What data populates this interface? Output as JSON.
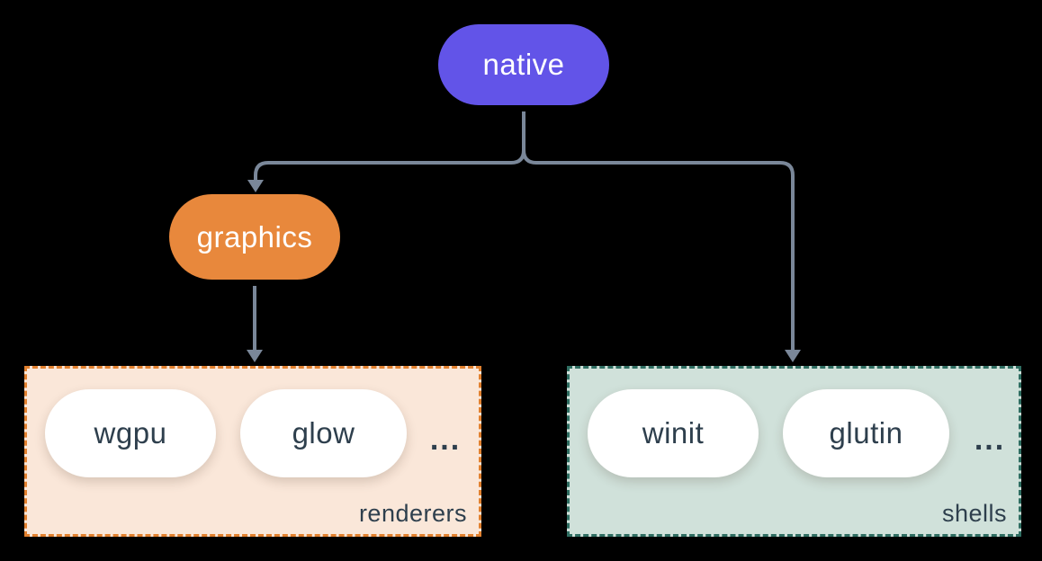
{
  "diagram": {
    "background_color": "#000000",
    "connector_color": "#7a8799",
    "text_color_dark": "#2e3f4d",
    "text_color_light": "#ffffff",
    "nodes": {
      "native": {
        "label": "native",
        "fill": "#6254e8"
      },
      "graphics": {
        "label": "graphics",
        "fill": "#e8883c"
      }
    },
    "groups": [
      {
        "id": "renderers",
        "label": "renderers",
        "fill": "#fae7d9",
        "border_color": "#e2812f",
        "items": [
          {
            "label": "wgpu"
          },
          {
            "label": "glow"
          }
        ],
        "ellipsis": "..."
      },
      {
        "id": "shells",
        "label": "shells",
        "fill": "#d0e1da",
        "border_color": "#2f6e62",
        "items": [
          {
            "label": "winit"
          },
          {
            "label": "glutin"
          }
        ],
        "ellipsis": "..."
      }
    ],
    "edges": [
      {
        "from": "native",
        "to": "graphics"
      },
      {
        "from": "native",
        "to": "shells"
      },
      {
        "from": "graphics",
        "to": "renderers"
      }
    ]
  }
}
